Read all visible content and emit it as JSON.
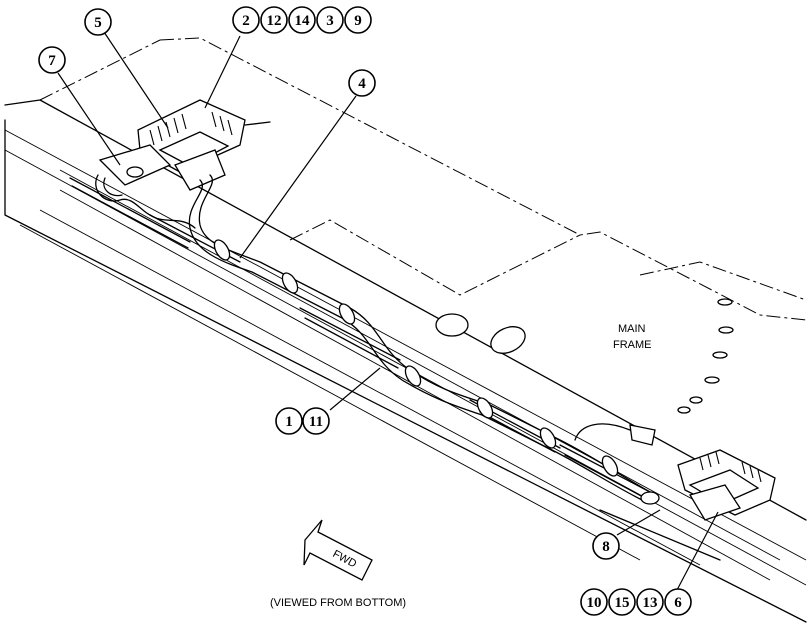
{
  "frame_label_line1": "MAIN",
  "frame_label_line2": "FRAME",
  "direction_label": "FWD",
  "view_note": "(VIEWED FROM BOTTOM)",
  "callouts": {
    "c5": "5",
    "c2": "2",
    "c12": "12",
    "c14": "14",
    "c3": "3",
    "c9": "9",
    "c7": "7",
    "c4": "4",
    "c1": "1",
    "c11": "11",
    "c8": "8",
    "c10": "10",
    "c15": "15",
    "c13": "13",
    "c6": "6"
  }
}
